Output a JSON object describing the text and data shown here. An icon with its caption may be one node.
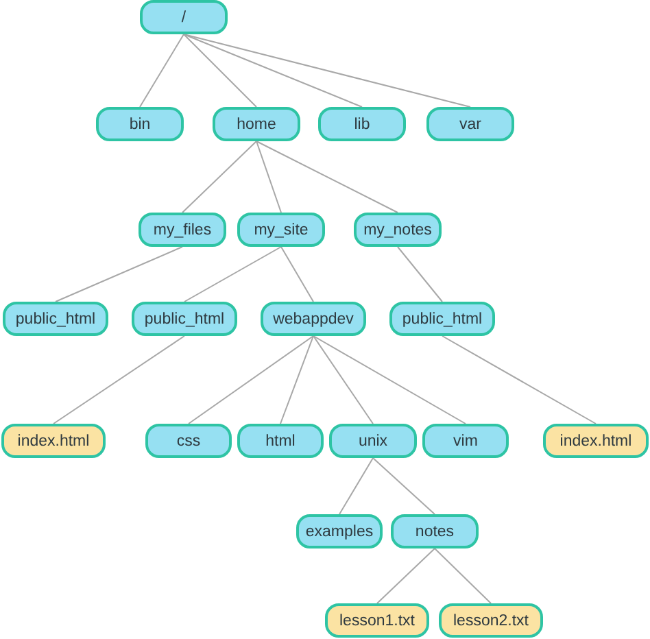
{
  "diagram": {
    "nodes": [
      {
        "text": [
          "/"
        ]
      },
      {
        "text": [
          "bin"
        ]
      },
      {
        "text": [
          "home"
        ]
      },
      {
        "text": [
          "lib"
        ]
      },
      {
        "text": [
          "var"
        ]
      },
      {
        "text": [
          "my_files"
        ]
      },
      {
        "text": [
          "my_site"
        ]
      },
      {
        "text": [
          "my_notes"
        ]
      },
      {
        "text": [
          "public_html"
        ]
      },
      {
        "text": [
          "public_html"
        ]
      },
      {
        "text": [
          "webappdev"
        ]
      },
      {
        "text": [
          "public_html"
        ]
      },
      {
        "text": [
          "index.html"
        ]
      },
      {
        "text": [
          "css"
        ]
      },
      {
        "text": [
          "html"
        ]
      },
      {
        "text": [
          "unix"
        ]
      },
      {
        "text": [
          "vim"
        ]
      },
      {
        "text": [
          "index.html"
        ]
      },
      {
        "text": [
          "examples"
        ]
      },
      {
        "text": [
          "notes"
        ]
      },
      {
        "text": [
          "lesson1.txt"
        ]
      },
      {
        "text": [
          "lesson2.txt"
        ]
      }
    ],
    "edges": [
      {
        "from": 0,
        "to": 1,
        "arrow": "none"
      },
      {
        "from": 0,
        "to": 2,
        "arrow": "none"
      },
      {
        "from": 0,
        "to": 3,
        "arrow": "none"
      },
      {
        "from": 0,
        "to": 4,
        "arrow": "none"
      },
      {
        "from": 2,
        "to": 5,
        "arrow": "none"
      },
      {
        "from": 2,
        "to": 6,
        "arrow": "none"
      },
      {
        "from": 2,
        "to": 7,
        "arrow": "none"
      },
      {
        "from": 5,
        "to": 8,
        "arrow": "none"
      },
      {
        "from": 6,
        "to": 9,
        "arrow": "none"
      },
      {
        "from": 6,
        "to": 10,
        "arrow": "none"
      },
      {
        "from": 7,
        "to": 11,
        "arrow": "none"
      },
      {
        "from": 9,
        "to": 12,
        "arrow": "none"
      },
      {
        "from": 10,
        "to": 13,
        "arrow": "none"
      },
      {
        "from": 10,
        "to": 14,
        "arrow": "none"
      },
      {
        "from": 10,
        "to": 15,
        "arrow": "none"
      },
      {
        "from": 10,
        "to": 16,
        "arrow": "none"
      },
      {
        "from": 11,
        "to": 17,
        "arrow": "none"
      },
      {
        "from": 15,
        "to": 18,
        "arrow": "none"
      },
      {
        "from": 15,
        "to": 19,
        "arrow": "none"
      },
      {
        "from": 19,
        "to": 20,
        "arrow": "none"
      },
      {
        "from": 19,
        "to": 21,
        "arrow": "none"
      }
    ]
  }
}
